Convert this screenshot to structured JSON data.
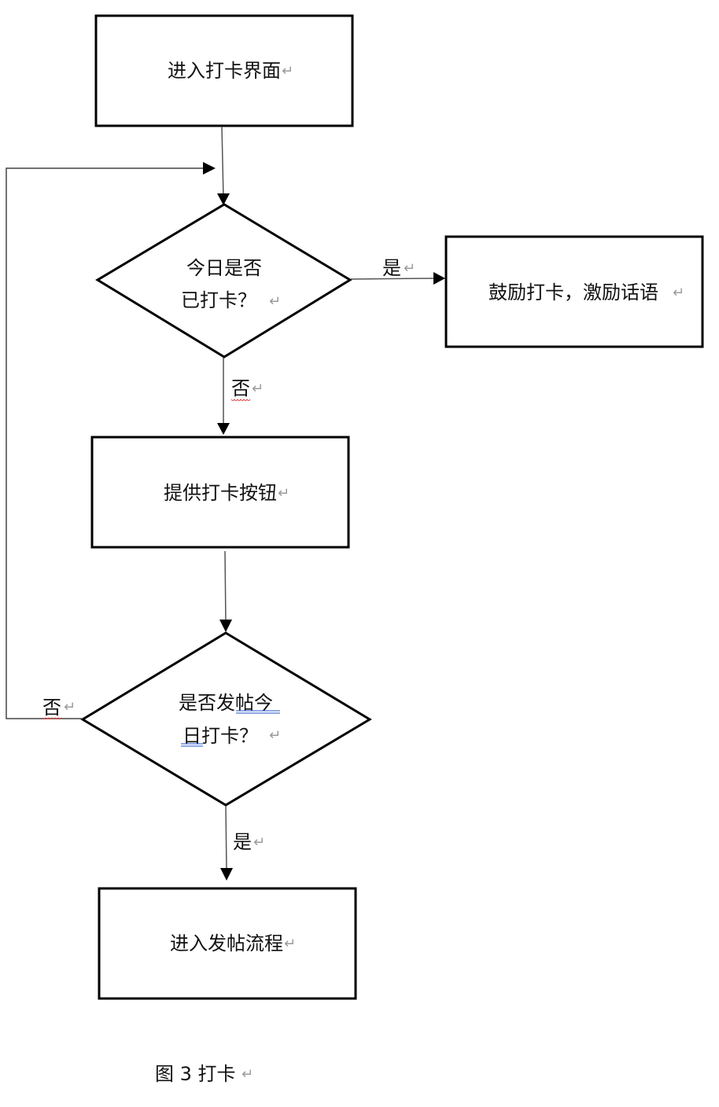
{
  "diagram": {
    "type": "flowchart",
    "paragraph_mark": "↵",
    "nodes": {
      "enter_checkin": {
        "shape": "rectangle",
        "text": "进入打卡界面"
      },
      "checked_today": {
        "shape": "diamond",
        "lines": [
          "今日是否",
          "已打卡？"
        ]
      },
      "encourage": {
        "shape": "rectangle",
        "text": "鼓励打卡，激励话语"
      },
      "provide_button": {
        "shape": "rectangle",
        "text": "提供打卡按钮"
      },
      "posted_today": {
        "shape": "diamond",
        "lines": [
          "是否发帖今",
          "日打卡？"
        ]
      },
      "enter_post_flow": {
        "shape": "rectangle",
        "text": "进入发帖流程"
      }
    },
    "edges": [
      {
        "from": "enter_checkin",
        "to": "checked_today",
        "label": ""
      },
      {
        "from": "checked_today",
        "to": "encourage",
        "label": "是"
      },
      {
        "from": "checked_today",
        "to": "provide_button",
        "label": "否"
      },
      {
        "from": "provide_button",
        "to": "posted_today",
        "label": ""
      },
      {
        "from": "posted_today",
        "to": "checked_today",
        "label": "否"
      },
      {
        "from": "posted_today",
        "to": "enter_post_flow",
        "label": "是"
      }
    ],
    "caption": "图 3 打卡"
  }
}
